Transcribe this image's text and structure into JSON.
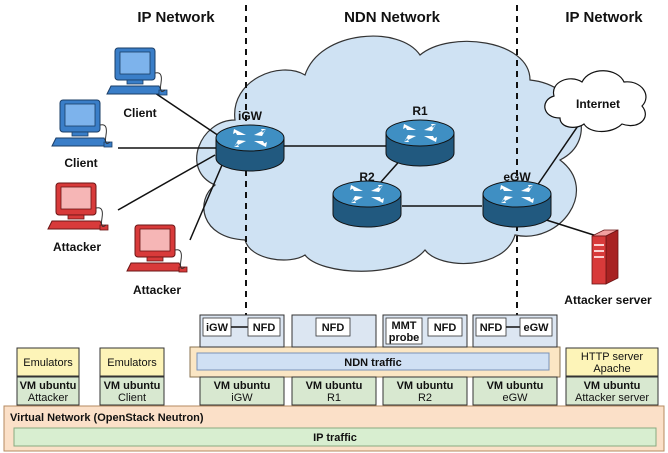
{
  "regions": {
    "ip_left": "IP Network",
    "ndn": "NDN Network",
    "ip_right": "IP Network"
  },
  "routers": {
    "igw": "iGW",
    "r1": "R1",
    "r2": "R2",
    "egw": "eGW"
  },
  "clients": [
    "Client",
    "Client"
  ],
  "attackers": [
    "Attacker",
    "Attacker"
  ],
  "internet": "Internet",
  "attacker_server": "Attacker server",
  "vm_modules": {
    "igw": [
      "iGW",
      "NFD"
    ],
    "r1": [
      "NFD"
    ],
    "r2": [
      "MMT",
      "probe",
      "NFD"
    ],
    "egw": [
      "NFD",
      "eGW"
    ]
  },
  "ndn_traffic": "NDN traffic",
  "emulators": [
    "Emulators",
    "Emulators"
  ],
  "http_server": [
    "HTTP server",
    "Apache"
  ],
  "vms": [
    {
      "title": "VM ubuntu",
      "sub": "Attacker"
    },
    {
      "title": "VM ubuntu",
      "sub": "Client"
    },
    {
      "title": "VM ubuntu",
      "sub": "iGW"
    },
    {
      "title": "VM ubuntu",
      "sub": "R1"
    },
    {
      "title": "VM ubuntu",
      "sub": "R2"
    },
    {
      "title": "VM ubuntu",
      "sub": "eGW"
    },
    {
      "title": "VM ubuntu",
      "sub": "Attacker server"
    }
  ],
  "virtual_network": "Virtual Network (OpenStack Neutron)",
  "ip_traffic": "IP traffic",
  "colors": {
    "cloud_fill": "#cfe2f3",
    "router_fill": "#2e78a8",
    "client_color": "#3a7ec8",
    "attacker_color": "#d83a3a",
    "vm_box_fill": "#dce6f2",
    "vm_bottom_fill": "#d8e8d0",
    "emulator_fill": "#fdf4b8",
    "network_fill": "#fbe0c8",
    "ip_traffic_fill": "#d8eed0",
    "ndn_traffic_fill": "#d0e0f4"
  }
}
